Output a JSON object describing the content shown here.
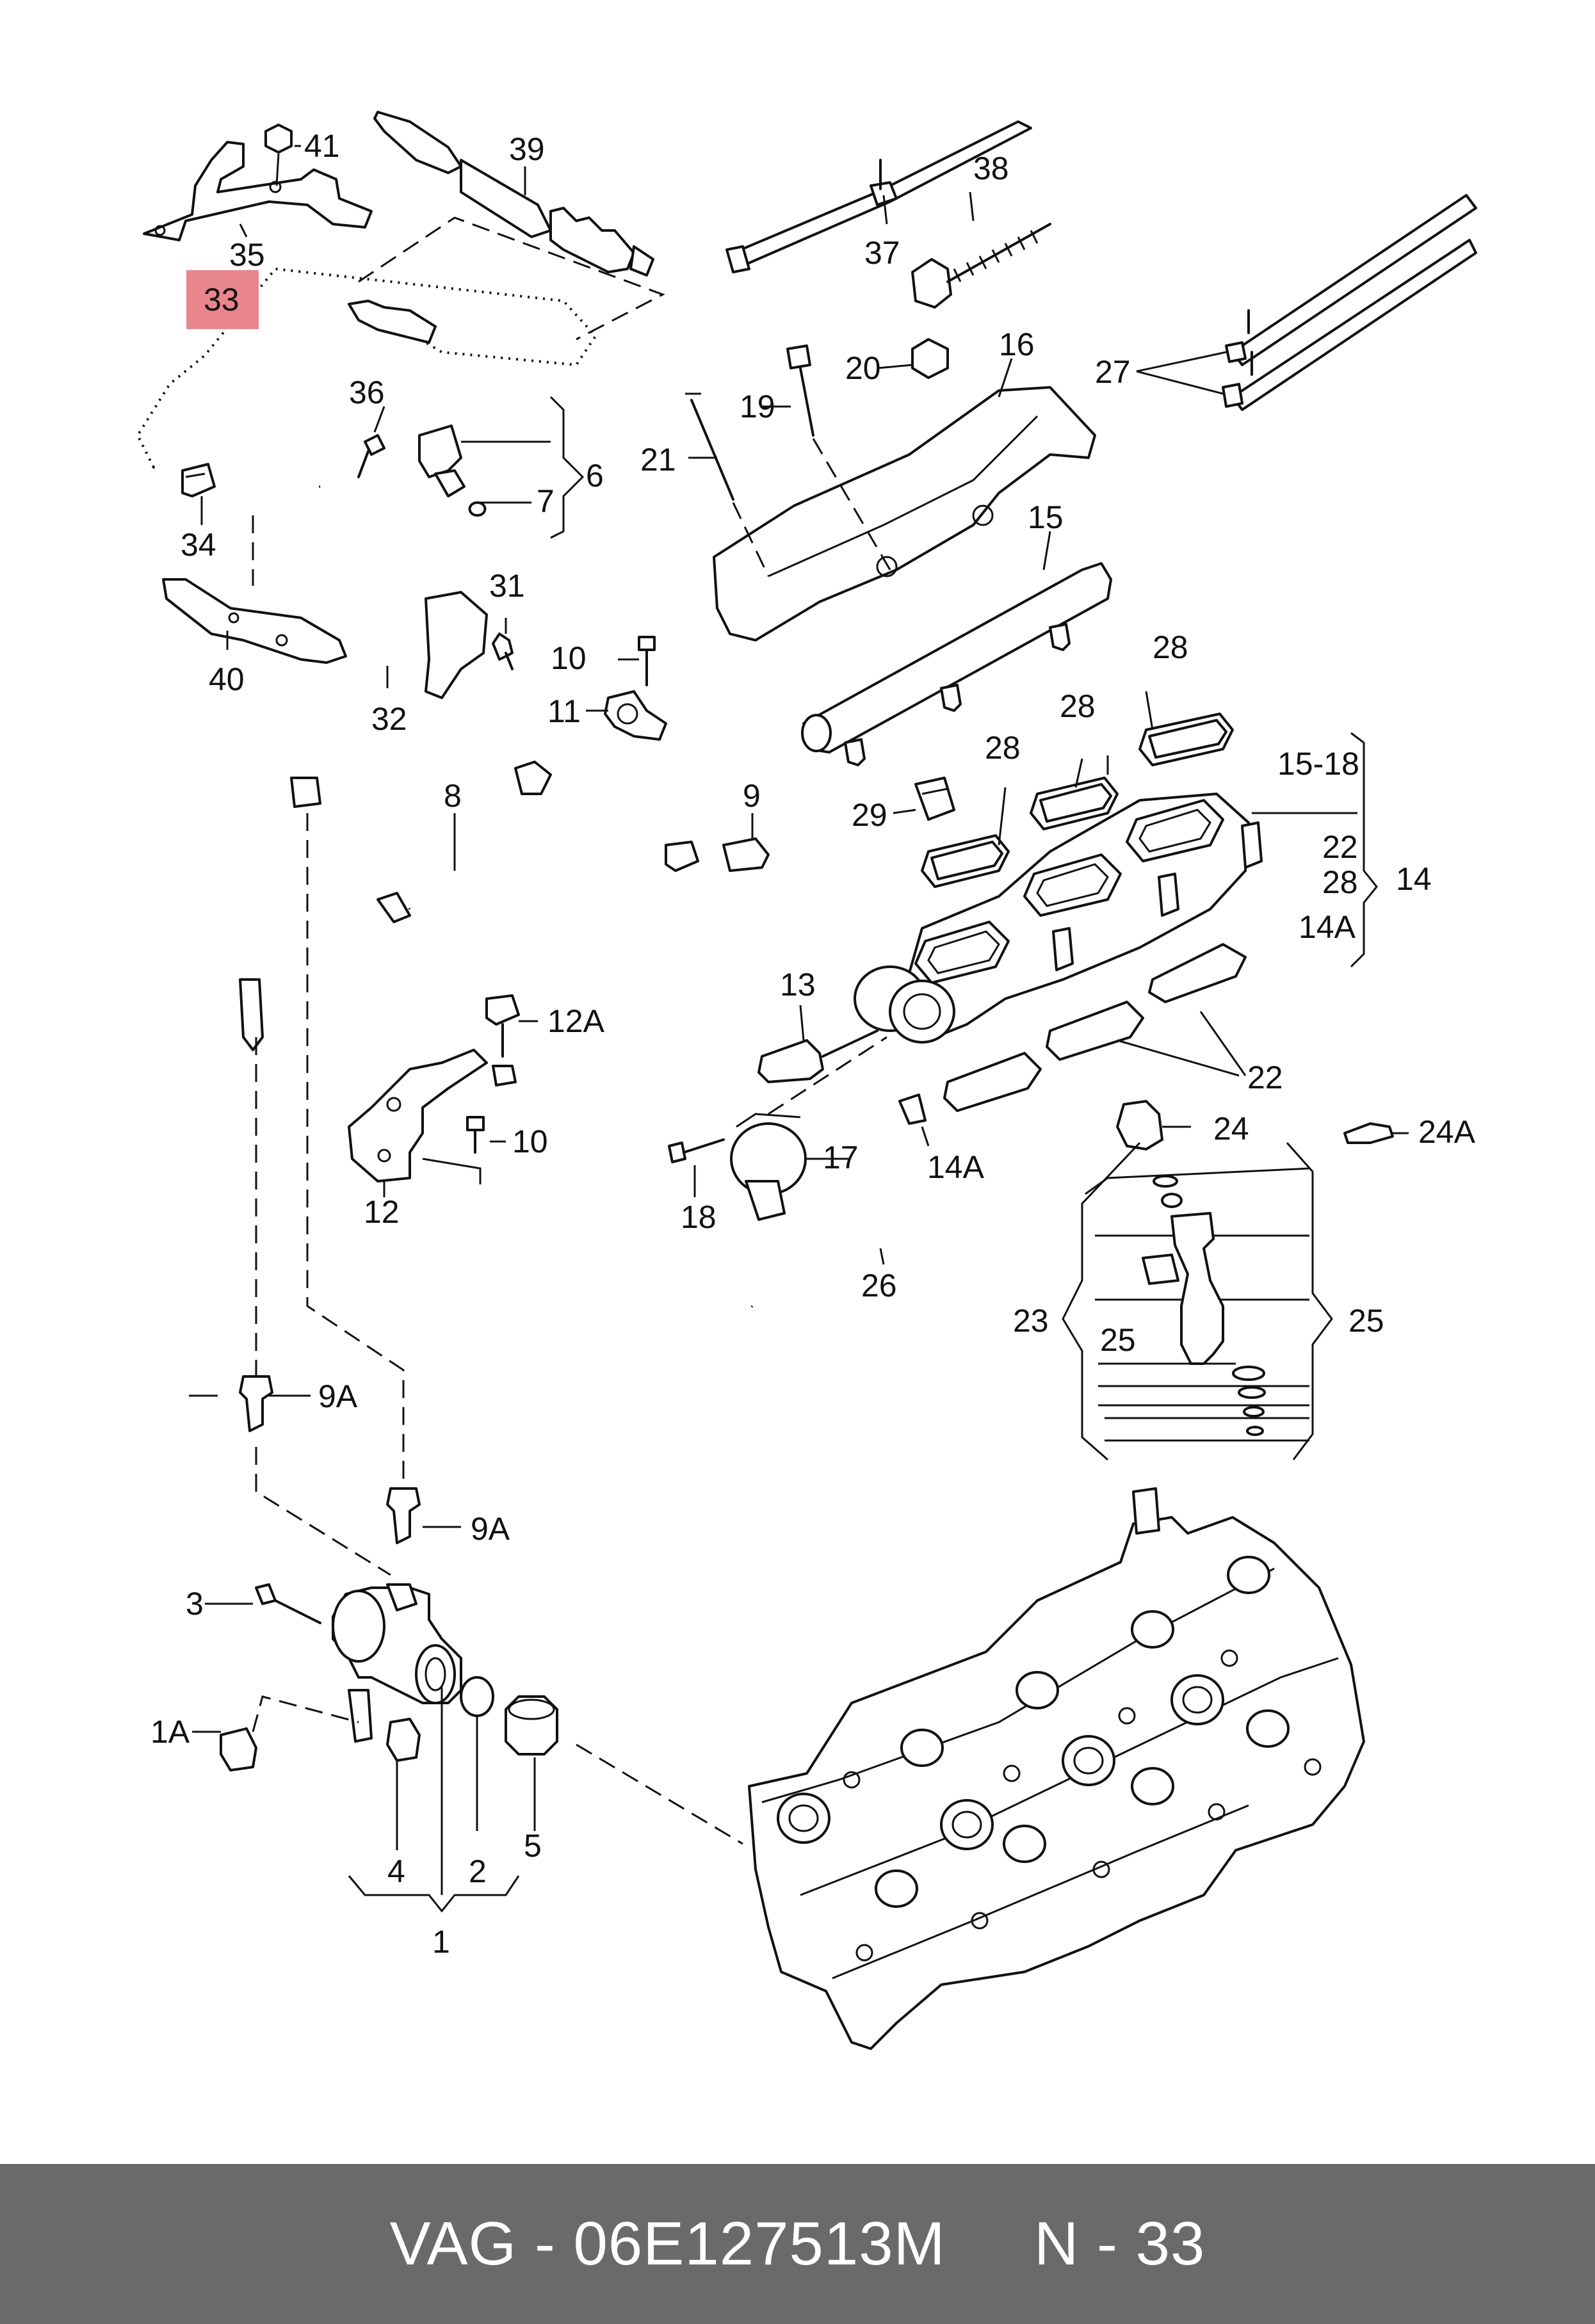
{
  "labels": {
    "l1": "1",
    "l1A": "1A",
    "l2": "2",
    "l3": "3",
    "l4": "4",
    "l5": "5",
    "l6": "6",
    "l7": "7",
    "l8": "8",
    "l9": "9",
    "l9A_a": "9A",
    "l9A_b": "9A",
    "l10_a": "10",
    "l10_b": "10",
    "l11": "11",
    "l12": "12",
    "l12A": "12A",
    "l13": "13",
    "l14": "14",
    "l14A_a": "14A",
    "l14A_b": "14A",
    "l15": "15",
    "l15_18": "15-18",
    "l16": "16",
    "l17": "17",
    "l18": "18",
    "l19": "19",
    "l20": "20",
    "l21": "21",
    "l22_a": "22",
    "l22_b": "22",
    "l23": "23",
    "l24": "24",
    "l24A": "24A",
    "l25_a": "25",
    "l25_b": "25",
    "l26": "26",
    "l27": "27",
    "l28_a": "28",
    "l28_b": "28",
    "l28_c": "28",
    "l28_d": "28",
    "l29": "29",
    "l31": "31",
    "l32": "32",
    "l33": "33",
    "l34": "34",
    "l35": "35",
    "l36": "36",
    "l37": "37",
    "l38": "38",
    "l39": "39",
    "l40": "40",
    "l41": "41"
  },
  "highlight": {
    "part": "33",
    "color": "#e8868b"
  },
  "footer": {
    "text": "VAG - 06E127513M     N - 33",
    "background": "#6a6a6a"
  }
}
